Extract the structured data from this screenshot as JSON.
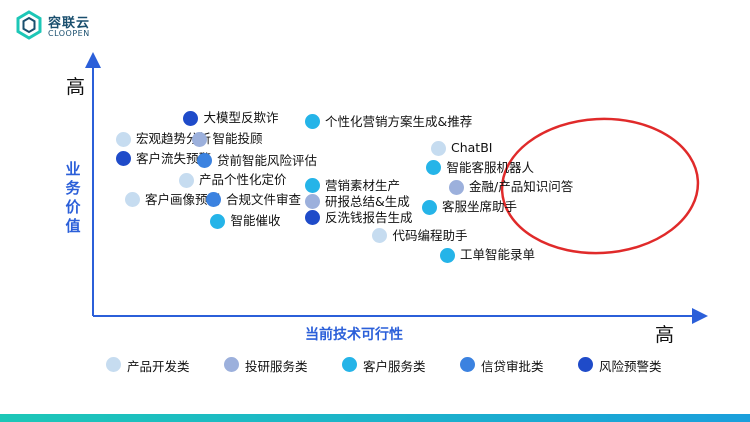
{
  "brand": {
    "name": "容联云",
    "sub": "CLOOPEN"
  },
  "colors": {
    "产品开发类": "#c6dcf0",
    "投研服务类": "#9cb0dc",
    "客户服务类": "#25b4e8",
    "信贷审批类": "#3b82e0",
    "风险预警类": "#1f4bc9",
    "axis": "#2b5fd9",
    "ellipse": "#e02a2a",
    "bar_left": "#1dc7b7",
    "bar_right": "#1a9fdc"
  },
  "chart_data": {
    "type": "scatter",
    "xlabel": "当前技术可行性",
    "ylabel": "业务价值",
    "x_high_label": "高",
    "y_high_label": "高",
    "xlim": [
      0,
      100
    ],
    "ylim": [
      0,
      100
    ],
    "grid": false,
    "legend_placement": "bottom",
    "legend": [
      "产品开发类",
      "投研服务类",
      "客户服务类",
      "信贷审批类",
      "风险预警类"
    ],
    "points": [
      {
        "label": "大模型反欺诈",
        "category": "风险预警类",
        "x": 19,
        "y": 91
      },
      {
        "label": "个性化营销方案生成&推荐",
        "category": "客户服务类",
        "x": 46,
        "y": 89
      },
      {
        "label": "宏观趋势分析",
        "category": "产品开发类",
        "x": 4,
        "y": 79
      },
      {
        "label": "智能投顾",
        "category": "投研服务类",
        "x": 21,
        "y": 79
      },
      {
        "label": "ChatBI",
        "category": "产品开发类",
        "x": 74,
        "y": 74
      },
      {
        "label": "客户流失预警",
        "category": "风险预警类",
        "x": 4,
        "y": 68
      },
      {
        "label": "贷前智能风险评估",
        "category": "信贷审批类",
        "x": 22,
        "y": 67
      },
      {
        "label": "智能客服机器人",
        "category": "客户服务类",
        "x": 73,
        "y": 63
      },
      {
        "label": "产品个性化定价",
        "category": "产品开发类",
        "x": 18,
        "y": 56
      },
      {
        "label": "营销素材生产",
        "category": "客户服务类",
        "x": 46,
        "y": 53
      },
      {
        "label": "金融/产品知识问答",
        "category": "投研服务类",
        "x": 78,
        "y": 52
      },
      {
        "label": "客户画像预测",
        "category": "产品开发类",
        "x": 6,
        "y": 45
      },
      {
        "label": "合规文件审查",
        "category": "信贷审批类",
        "x": 24,
        "y": 45
      },
      {
        "label": "研报总结&生成",
        "category": "投研服务类",
        "x": 46,
        "y": 44
      },
      {
        "label": "客服坐席助手",
        "category": "客户服务类",
        "x": 72,
        "y": 41
      },
      {
        "label": "反洗钱报告生成",
        "category": "风险预警类",
        "x": 46,
        "y": 35
      },
      {
        "label": "智能催收",
        "category": "客户服务类",
        "x": 25,
        "y": 33
      },
      {
        "label": "代码编程助手",
        "category": "产品开发类",
        "x": 61,
        "y": 25
      },
      {
        "label": "工单智能录单",
        "category": "客户服务类",
        "x": 76,
        "y": 14
      }
    ]
  }
}
